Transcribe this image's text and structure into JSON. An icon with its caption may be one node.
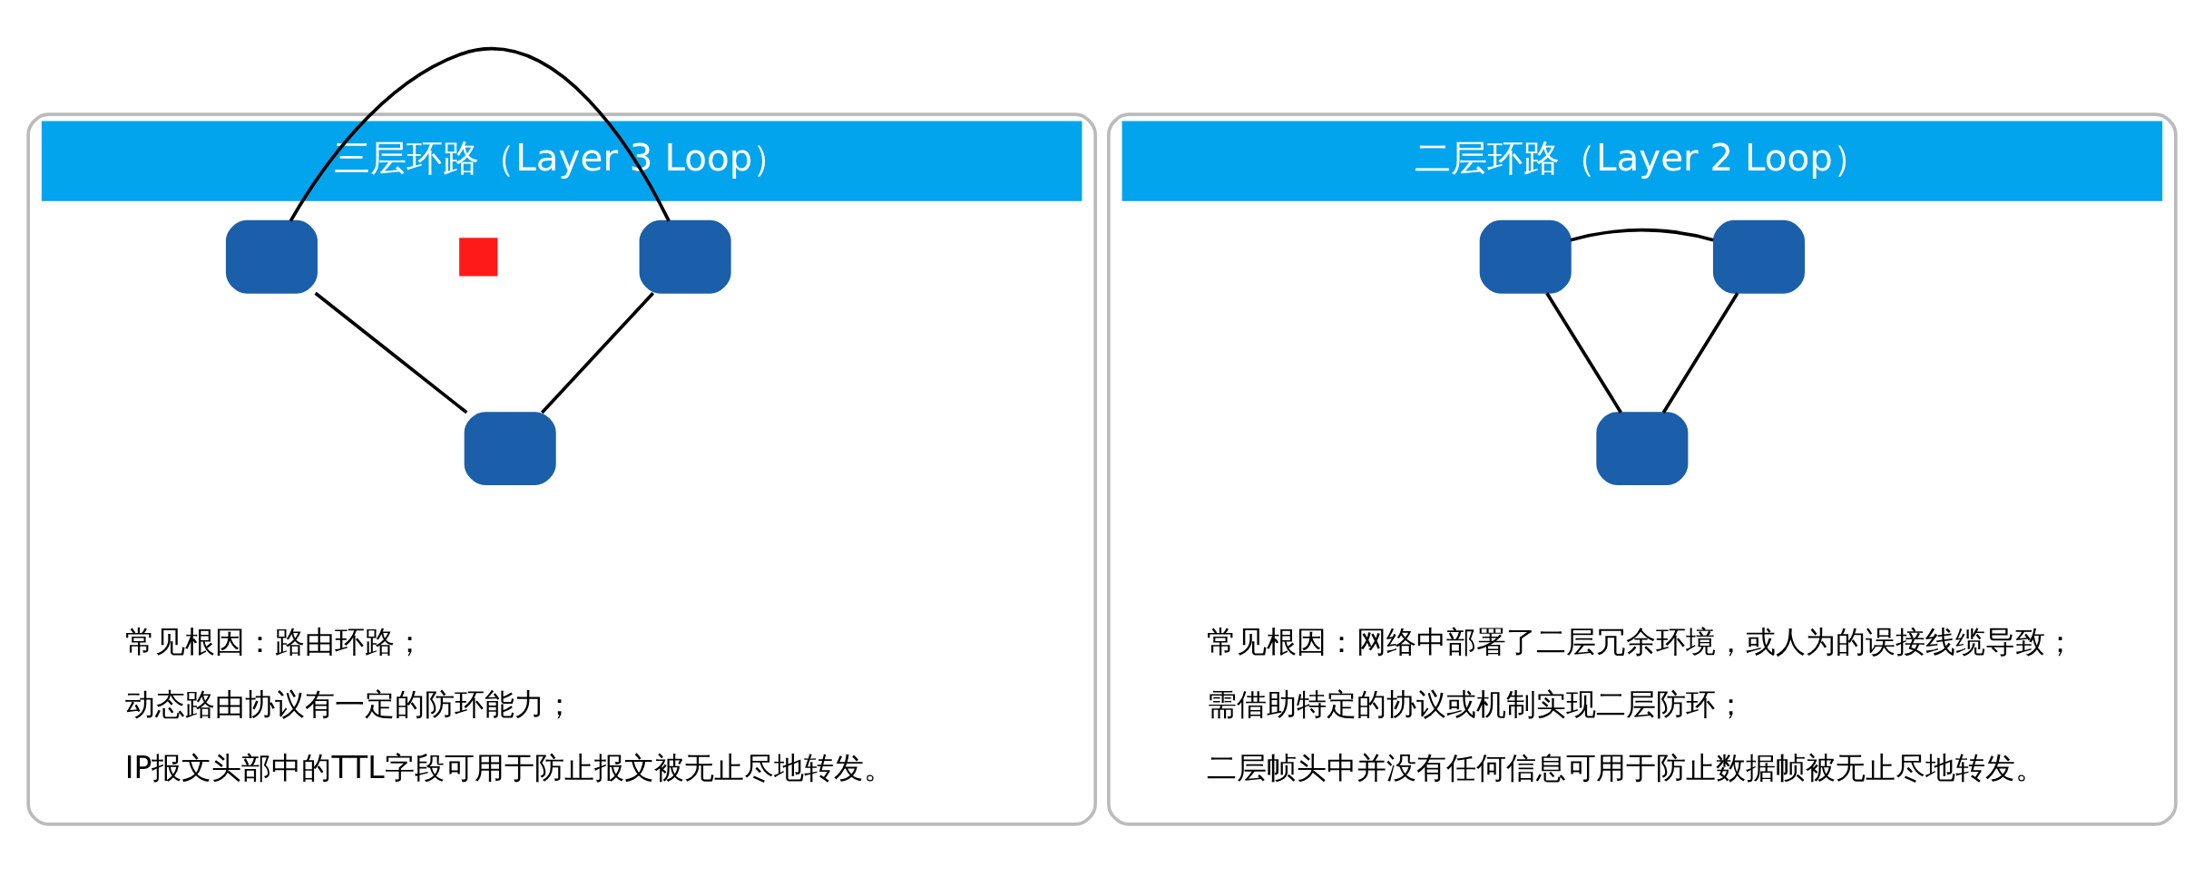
{
  "diagram": {
    "nodes": [
      {
        "text": [
          "三层环路（Layer 3 Loop）",
          "常见根因：路由环路；",
          "动态路由协议有一定的防环能力；",
          "IP报文头部中的TTL字段可用于防止报文被无止尽地转发。"
        ]
      },
      {
        "text": [],
        "shape": "router",
        "in": 0
      },
      {
        "text": [],
        "shape": "router",
        "in": 0
      },
      {
        "text": [],
        "shape": "router",
        "in": 0
      },
      {
        "text": [],
        "shape": "cross",
        "in": 0
      },
      {
        "text": [
          "二层环路（Layer 2 Loop）",
          "常见根因：网络中部署了二层冗余环境，或人为的误接线缆导致；",
          "需借助特定的协议或机制实现二层防环；",
          "二层帧头中并没有任何信息可用于防止数据帧被无止尽地转发。"
        ]
      },
      {
        "text": [],
        "shape": "switch",
        "in": 5
      },
      {
        "text": [],
        "shape": "switch",
        "in": 5
      },
      {
        "text": [],
        "shape": "switch",
        "in": 5
      }
    ],
    "edges": [
      {
        "from": 1,
        "to": 2,
        "arrow": "none"
      },
      {
        "from": 1,
        "to": 3,
        "arrow": "none"
      },
      {
        "from": 2,
        "to": 3,
        "arrow": "none"
      },
      {
        "from": 6,
        "to": 7,
        "arrow": "none"
      },
      {
        "from": 6,
        "to": 8,
        "arrow": "none"
      },
      {
        "from": 7,
        "to": 8,
        "arrow": "none"
      }
    ]
  }
}
